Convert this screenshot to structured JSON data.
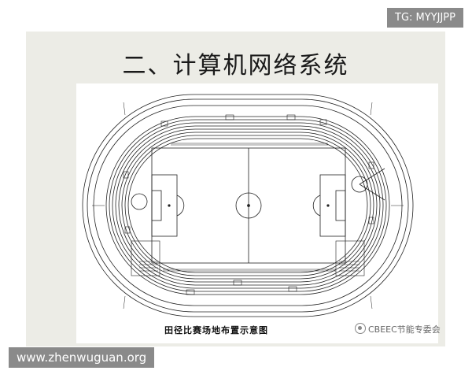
{
  "slide": {
    "title": "二、计算机网络系统",
    "caption": "田径比赛场地布置示意图",
    "logo_text": "CBEEC节能专委会",
    "logo_icon": "wechat-logo-icon"
  },
  "watermarks": {
    "top_right": "TG: MYYJJPP",
    "bottom_left": "www.zhenwuguan.org"
  },
  "colors": {
    "slide_background": "#ecece6",
    "drawing_line": "#222222",
    "watermark_box": "#8a8a8a"
  }
}
